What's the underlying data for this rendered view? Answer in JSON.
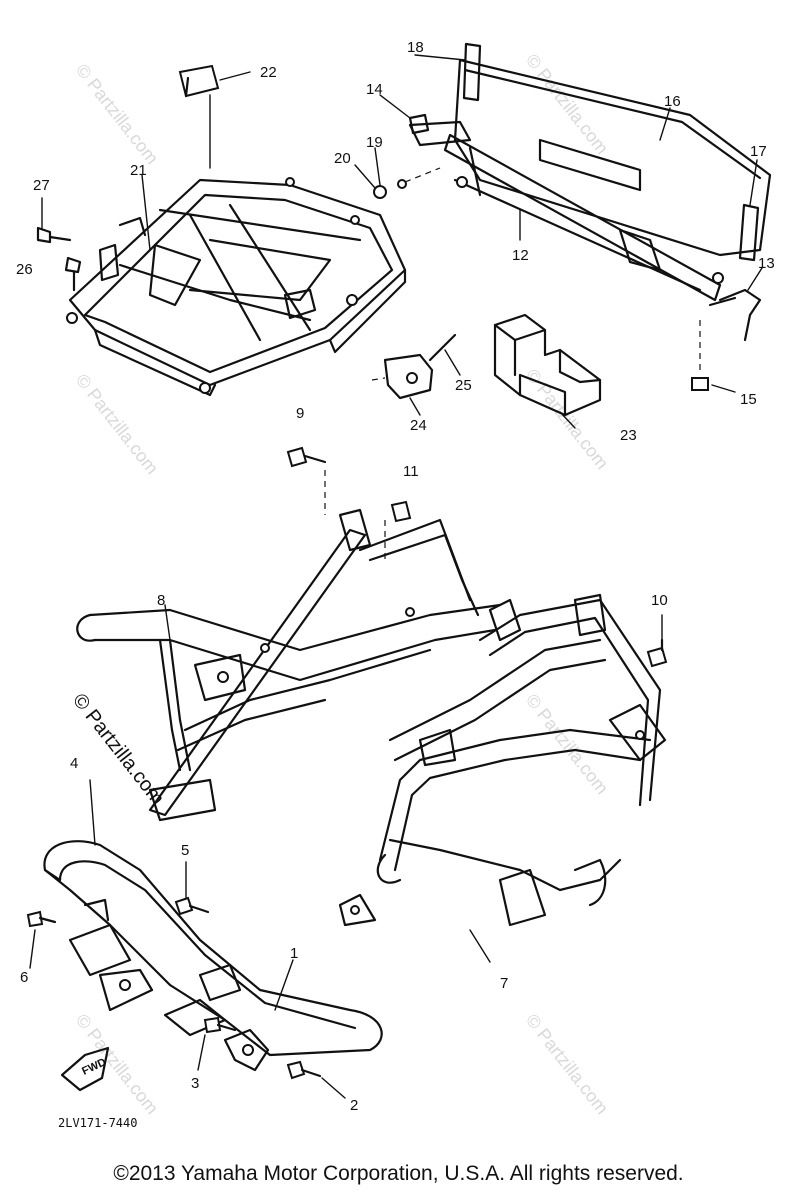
{
  "diagram": {
    "part_numbers": [
      "1",
      "2",
      "3",
      "4",
      "5",
      "6",
      "7",
      "8",
      "9",
      "10",
      "11",
      "12",
      "13",
      "14",
      "15",
      "16",
      "17",
      "18",
      "19",
      "20",
      "21",
      "22",
      "23",
      "24",
      "25",
      "26",
      "27"
    ],
    "drawing_code": "2LV171-7440",
    "fwd_label": "FWD",
    "watermark": "© Partzilla.com",
    "copyright": "©2013  Yamaha Motor Corporation, U.S.A. All rights reserved."
  }
}
